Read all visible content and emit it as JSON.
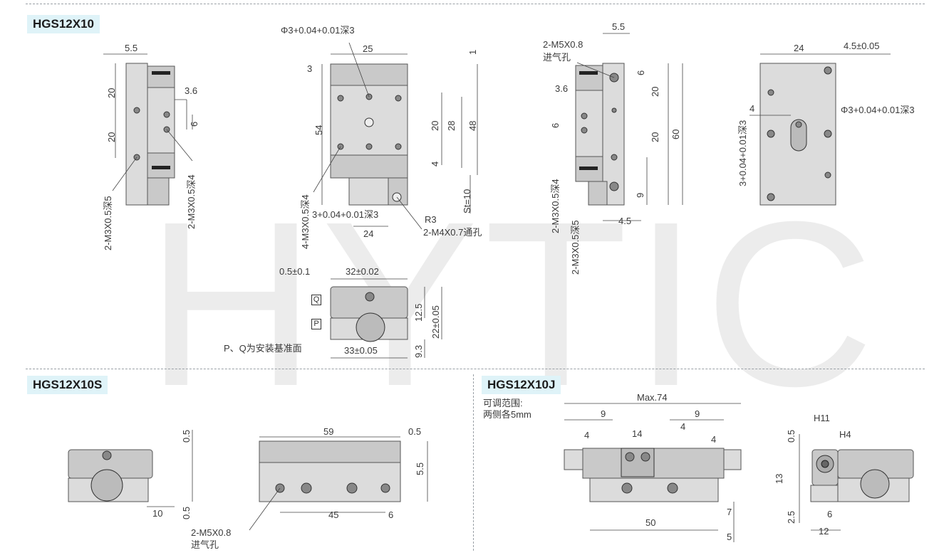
{
  "watermark": "HYTIC",
  "sections": {
    "top": {
      "title": "HGS12X10"
    },
    "bottom_left": {
      "title": "HGS12X10S"
    },
    "bottom_right": {
      "title": "HGS12X10J"
    }
  },
  "top": {
    "left_view": {
      "dims": [
        "5.5",
        "20",
        "20",
        "3.6",
        "6"
      ],
      "callouts": [
        "2-M3X0.5深5",
        "2-M3X0.5深4"
      ]
    },
    "front_view": {
      "dims": [
        "25",
        "3",
        "54",
        "20",
        "28",
        "48",
        "4",
        "St=10",
        "1",
        "24"
      ],
      "callouts": [
        "Φ3+0.04+0.01深3",
        "4-M3X0.5深4",
        "3+0.04+0.01深3",
        "R3",
        "2-M4X0.7通孔"
      ]
    },
    "side_view": {
      "dims": [
        "5.5",
        "3.6",
        "6",
        "6",
        "20",
        "20",
        "60",
        "9",
        "4.5"
      ],
      "callouts": [
        "2-M5X0.8",
        "进气孔",
        "2-M3X0.5深4",
        "2-M3X0.5深5"
      ]
    },
    "back_view": {
      "dims": [
        "24",
        "4.5±0.05",
        "4"
      ],
      "callouts": [
        "Φ3+0.04+0.01深3",
        "3+0.04+0.01深3"
      ]
    },
    "end_view": {
      "dims": [
        "0.5±0.1",
        "32±0.02",
        "12.5",
        "22±0.05",
        "9.3",
        "33±0.05"
      ],
      "tags": [
        "Q",
        "P"
      ],
      "note": "P、Q为安装基准面"
    }
  },
  "bottom_left": {
    "dims": [
      "0.5",
      "0.5",
      "10",
      "59",
      "0.5",
      "5.5",
      "45",
      "6"
    ],
    "callouts": [
      "2-M5X0.8",
      "进气孔"
    ]
  },
  "bottom_right": {
    "note_line1": "可调范围:",
    "note_line2": "两侧各5mm",
    "dims": [
      "Max.74",
      "9",
      "9",
      "4",
      "14",
      "4",
      "4",
      "7",
      "50",
      "5",
      "H11",
      "H4",
      "0.5",
      "13",
      "2.5",
      "6",
      "12"
    ]
  }
}
